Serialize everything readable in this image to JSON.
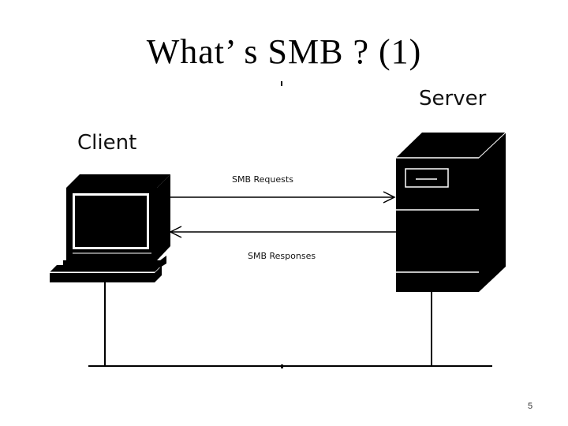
{
  "slide": {
    "title": "What’ s SMB ? (1)",
    "page_number": "5"
  },
  "diagram": {
    "client_label": "Client",
    "server_label": "Server",
    "request_label": "SMB Requests",
    "response_label": "SMB Responses",
    "colors": {
      "background": "#ffffff",
      "ink": "#000000"
    },
    "icons": [
      "computer-icon",
      "server-tower-icon"
    ]
  }
}
